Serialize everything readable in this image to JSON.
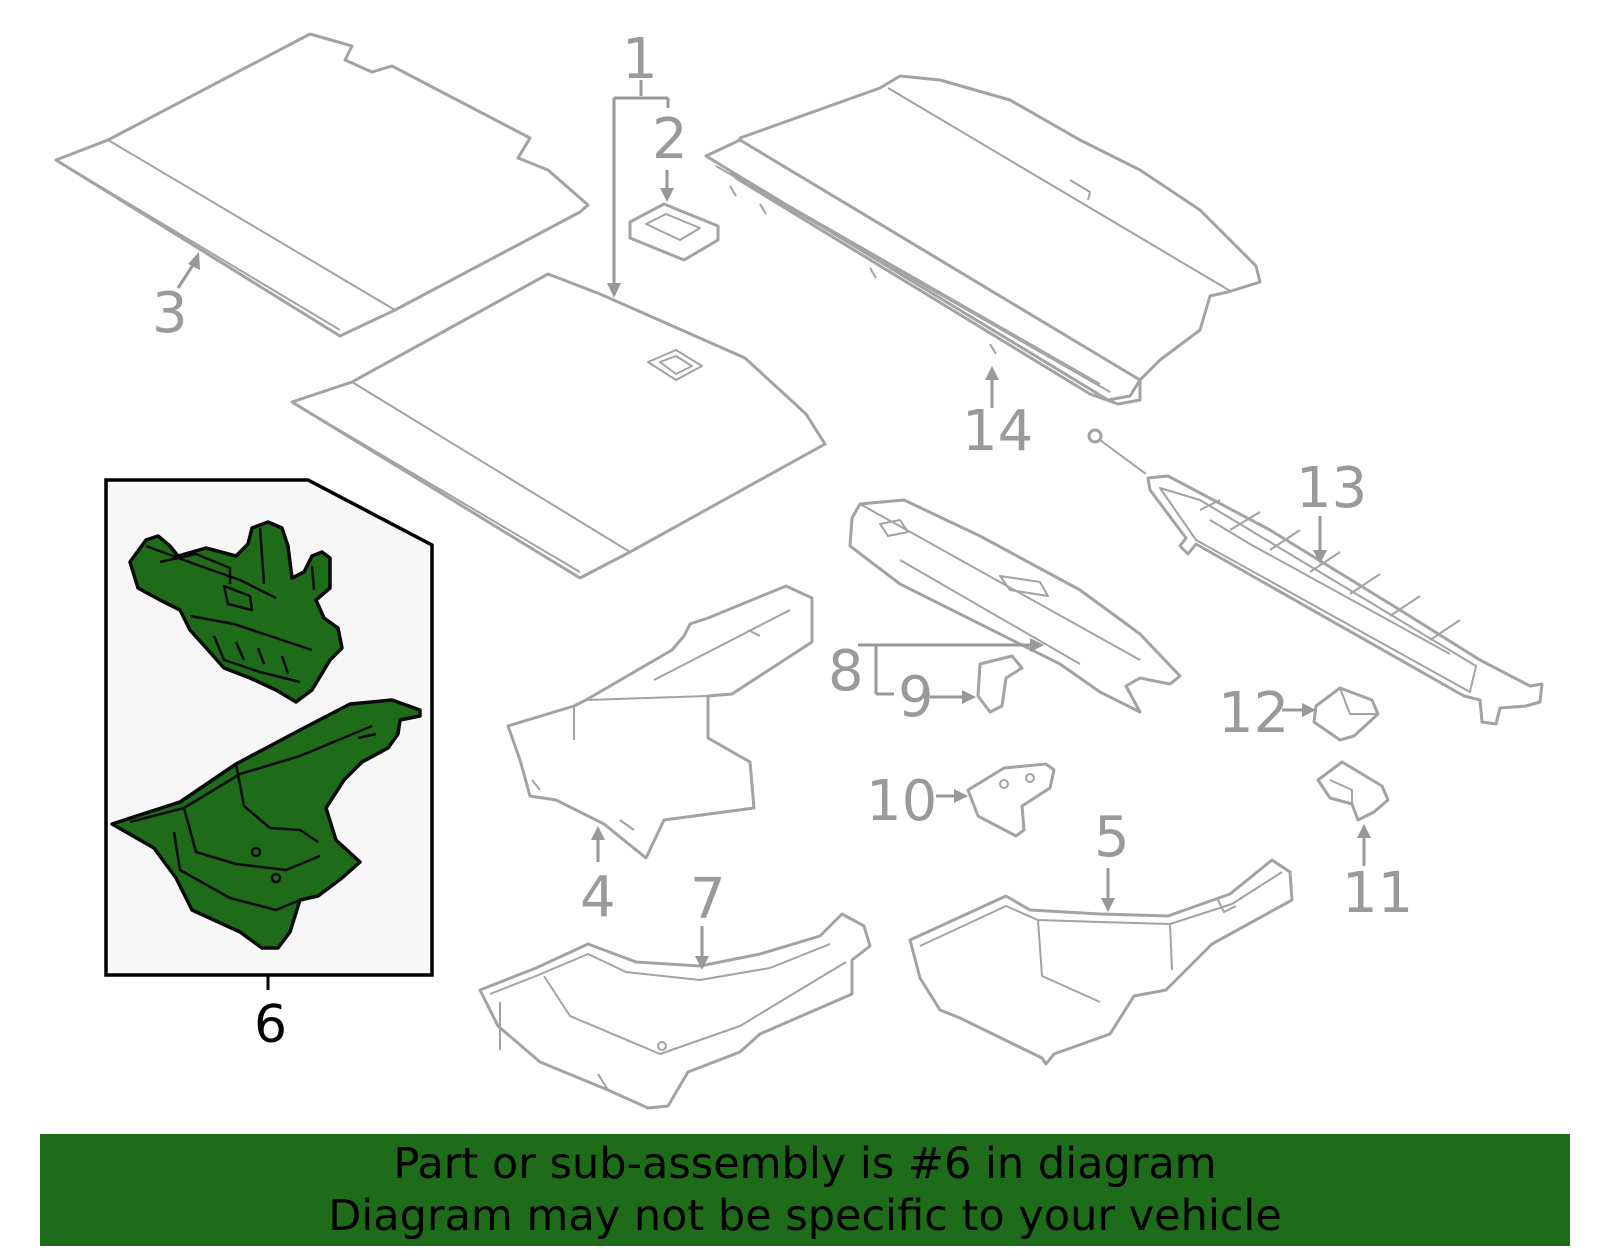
{
  "callouts": {
    "n1": "1",
    "n2": "2",
    "n3": "3",
    "n4": "4",
    "n5": "5",
    "n6": "6",
    "n7": "7",
    "n8": "8",
    "n9": "9",
    "n10": "10",
    "n11": "11",
    "n12": "12",
    "n13": "13",
    "n14": "14"
  },
  "highlight": {
    "part_number": "6",
    "color": "#1e6b1a"
  },
  "banner": {
    "line1": "Part or sub-assembly is #6 in diagram",
    "line2": "Diagram may not be specific to your vehicle",
    "background": "#1e6b1a"
  }
}
